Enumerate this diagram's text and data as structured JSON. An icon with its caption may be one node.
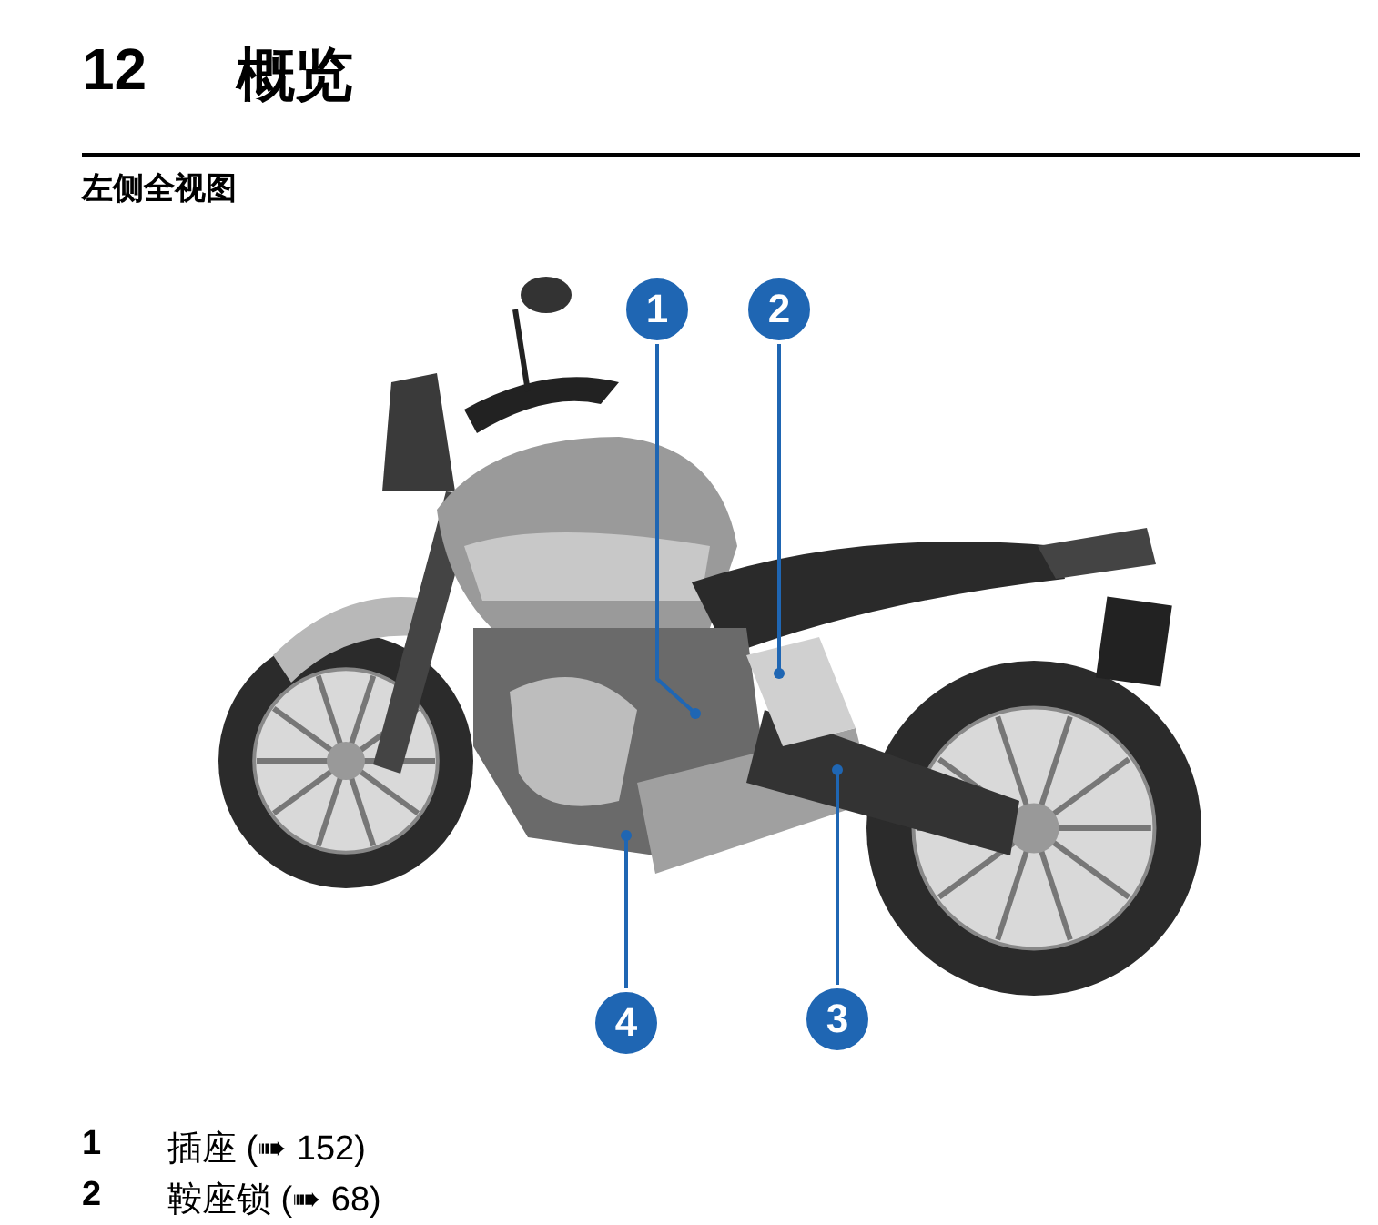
{
  "diagram": {
    "title": "概览",
    "nodes": [
      {
        "text": [
          "1"
        ]
      },
      {
        "text": [
          "2"
        ]
      },
      {
        "text": [
          "4"
        ]
      },
      {
        "text": [
          "3"
        ]
      }
    ],
    "edges": [
      {
        "from": 0,
        "to": null,
        "arrow": "other"
      },
      {
        "from": 1,
        "to": null,
        "arrow": "other"
      },
      {
        "from": 2,
        "to": null,
        "arrow": "other"
      },
      {
        "from": 3,
        "to": null,
        "arrow": "other"
      }
    ],
    "labels": [
      "12",
      "左侧全视图",
      "1",
      "插座 (➠ 152)",
      "2",
      "鞍座锁 (➠ 68)"
    ]
  }
}
